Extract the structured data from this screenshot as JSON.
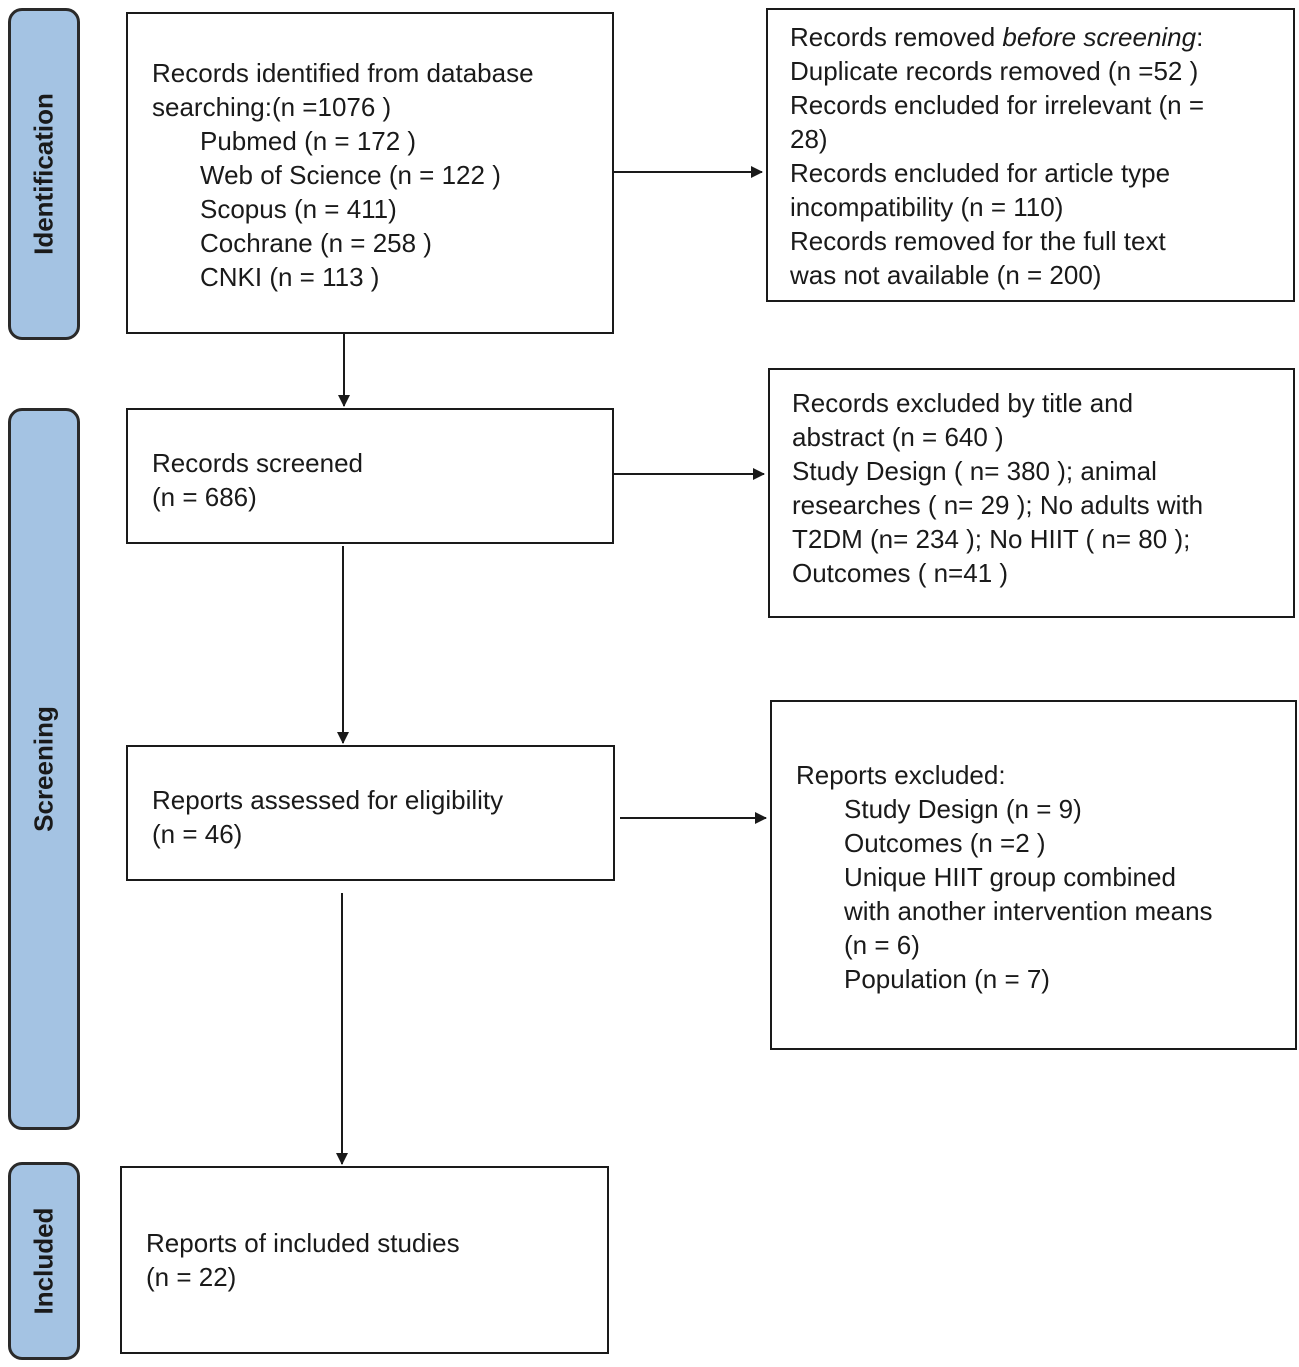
{
  "phases": {
    "identification": "Identification",
    "screening": "Screening",
    "included": "Included"
  },
  "identified": {
    "title_line1": "Records identified from database",
    "title_line2": "searching:(n =1076 )",
    "sources": [
      "Pubmed (n = 172 )",
      "Web of Science (n = 122 )",
      "Scopus (n = 411)",
      "Cochrane (n = 258 )",
      "CNKI (n = 113 )"
    ]
  },
  "removed_before": {
    "heading_prefix": "Records removed ",
    "heading_em": "before screening",
    "heading_suffix": ":",
    "lines": [
      "Duplicate records removed  (n =52 )",
      "Records encluded for irrelevant (n =",
      "28)",
      "Records encluded for article type",
      "incompatibility (n = 110)",
      "Records removed for the full text",
      "was not available (n = 200)"
    ]
  },
  "screened": {
    "line1": "Records screened",
    "line2": "(n = 686)"
  },
  "excluded_title": {
    "line1": "Records excluded by title and",
    "lines": [
      "abstract (n = 640 )",
      "Study Design ( n= 380 ); animal",
      "researches ( n= 29 ); No adults with",
      "T2DM (n= 234 ); No HIIT ( n= 80 );",
      "Outcomes ( n=41 )"
    ]
  },
  "assessed": {
    "line1": "Reports assessed for eligibility",
    "line2": "(n = 46)"
  },
  "reports_excluded": {
    "heading": "Reports excluded:",
    "items": [
      "Study Design (n = 9)",
      "Outcomes (n =2 )",
      "Unique HIIT group combined",
      "with another intervention means",
      "(n = 6)",
      "Population (n = 7)"
    ]
  },
  "included_box": {
    "line1": "Reports of included studies",
    "line2": "(n = 22)"
  },
  "colors": {
    "phase_fill": "#a4c3e3",
    "stroke": "#1a1a1a"
  }
}
